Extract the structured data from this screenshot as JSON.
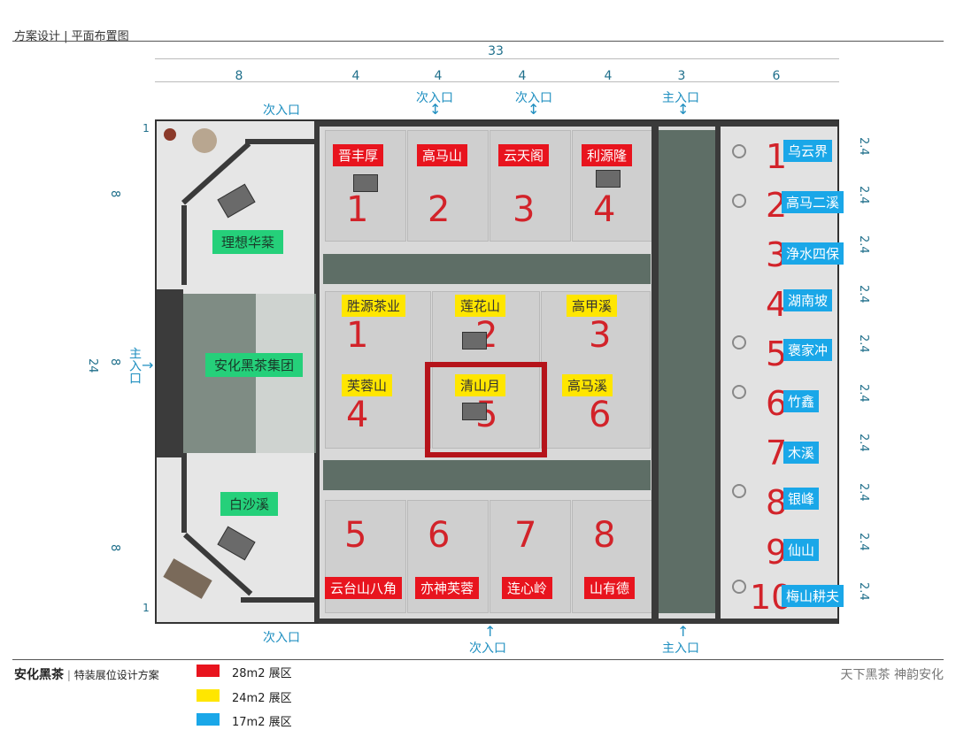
{
  "header": {
    "title": "方案设计",
    "subtitle": "平面布置图"
  },
  "dims_top": {
    "total": "33",
    "segments": [
      "8",
      "4",
      "4",
      "4",
      "4",
      "3",
      "6"
    ]
  },
  "dims_left": {
    "segments": [
      "1",
      "8",
      "8",
      "8",
      "1"
    ],
    "total": "24"
  },
  "dims_right": [
    "2.4",
    "2.4",
    "2.4",
    "2.4",
    "2.4",
    "2.4",
    "2.4",
    "2.4",
    "2.4",
    "2.4"
  ],
  "entrances": {
    "secondary": "次入口",
    "main": "主入口"
  },
  "colors": {
    "red": "#e8141e",
    "yellow": "#ffe600",
    "blue": "#1aa7e8",
    "green": "#25d07a",
    "corridor": "#5e6e66",
    "highlight": "#b5131a"
  },
  "zones": {
    "green": [
      "理想华棻",
      "安化黑茶集团",
      "白沙溪"
    ],
    "red_top": [
      {
        "num": "1",
        "name": "晋丰厚"
      },
      {
        "num": "2",
        "name": "高马山"
      },
      {
        "num": "3",
        "name": "云天阁"
      },
      {
        "num": "4",
        "name": "利源隆"
      }
    ],
    "yellow_top": [
      {
        "num": "1",
        "name": "胜源茶业"
      },
      {
        "num": "2",
        "name": "莲花山"
      },
      {
        "num": "3",
        "name": "高甲溪"
      }
    ],
    "yellow_bottom": [
      {
        "num": "4",
        "name": "芙蓉山"
      },
      {
        "num": "5",
        "name": "清山月"
      },
      {
        "num": "6",
        "name": "高马溪"
      }
    ],
    "red_bottom": [
      {
        "num": "5",
        "name": "云台山八角"
      },
      {
        "num": "6",
        "name": "亦神芙蓉"
      },
      {
        "num": "7",
        "name": "连心岭"
      },
      {
        "num": "8",
        "name": "山有德"
      }
    ],
    "blue": [
      {
        "num": "1",
        "name": "乌云界"
      },
      {
        "num": "2",
        "name": "高马二溪"
      },
      {
        "num": "3",
        "name": "浄水四保"
      },
      {
        "num": "4",
        "name": "湖南坡"
      },
      {
        "num": "5",
        "name": "褒家冲"
      },
      {
        "num": "6",
        "name": "竹鑫"
      },
      {
        "num": "7",
        "name": "木溪"
      },
      {
        "num": "8",
        "name": "银峰"
      },
      {
        "num": "9",
        "name": "仙山"
      },
      {
        "num": "10",
        "name": "梅山耕夫"
      }
    ]
  },
  "legend": [
    {
      "color": "#e8141e",
      "label": "28m2 展区"
    },
    {
      "color": "#ffe600",
      "label": "24m2 展区"
    },
    {
      "color": "#1aa7e8",
      "label": "17m2 展区"
    }
  ],
  "footer": {
    "logo_text": "安化黑茶",
    "left_text": "特装展位设计方案",
    "right_text": "天下黑茶 神韵安化"
  }
}
